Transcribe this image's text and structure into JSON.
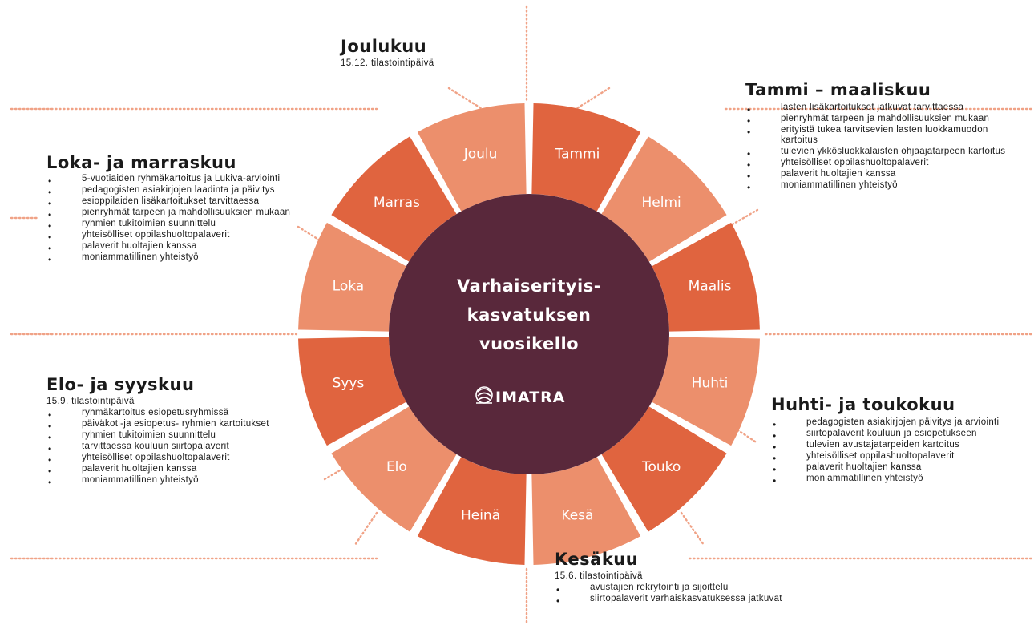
{
  "center": {
    "title_lines": [
      "Varhaiserityis-",
      "kasvatuksen",
      "vuosikello"
    ],
    "logo_text": "IMATRA"
  },
  "months": [
    "Tammi",
    "Helmi",
    "Maalis",
    "Huhti",
    "Touko",
    "Kesä",
    "Heinä",
    "Elo",
    "Syys",
    "Loka",
    "Marras",
    "Joulu"
  ],
  "colors": {
    "dark_segment": "#e0643f",
    "light_segment": "#ec8f6c",
    "center": "#59283b",
    "separator": "#ffffff",
    "dotted_line": "#f0a286"
  },
  "sections": {
    "joulukuu": {
      "title": "Joulukuu",
      "subtitle": "15.12. tilastointipäivä",
      "items": []
    },
    "tammi_maaliskuu": {
      "title": "Tammi – maaliskuu",
      "subtitle": "",
      "items": [
        "lasten lisäkartoitukset jatkuvat tarvittaessa",
        "pienryhmät tarpeen ja mahdollisuuksien mukaan",
        "erityistä tukea tarvitsevien lasten luokkamuodon kartoitus",
        "tulevien ykkösluokkalaisten ohjaajatarpeen kartoitus",
        "yhteisölliset oppilashuoltopalaverit",
        "palaverit huoltajien kanssa",
        "moniammatillinen yhteistyö"
      ]
    },
    "loka_marraskuu": {
      "title": "Loka- ja marraskuu",
      "subtitle": "",
      "items": [
        "5-vuotiaiden ryhmäkartoitus ja Lukiva-arviointi",
        "pedagogisten asiakirjojen laadinta ja päivitys",
        "esioppilaiden lisäkartoitukset tarvittaessa",
        "pienryhmät tarpeen ja mahdollisuuksien mukaan",
        "ryhmien tukitoimien suunnittelu",
        "yhteisölliset oppilashuoltopalaverit",
        "palaverit huoltajien kanssa",
        "moniammatillinen yhteistyö"
      ]
    },
    "elo_syyskuu": {
      "title": "Elo- ja syyskuu",
      "subtitle": "15.9. tilastointipäivä",
      "items": [
        "ryhmäkartoitus esiopetusryhmissä",
        "päiväkoti-ja esiopetus- ryhmien kartoitukset",
        "ryhmien tukitoimien suunnittelu",
        "tarvittaessa kouluun siirtopalaverit",
        "yhteisölliset oppilashuoltopalaverit",
        "palaverit huoltajien kanssa",
        "moniammatillinen yhteistyö"
      ]
    },
    "huhti_toukokuu": {
      "title": "Huhti- ja toukokuu",
      "subtitle": "",
      "items": [
        "pedagogisten asiakirjojen päivitys ja arviointi",
        "siirtopalaverit kouluun ja esiopetukseen",
        "tulevien avustajatarpeiden kartoitus",
        "yhteisölliset oppilashuoltopalaverit",
        "palaverit huoltajien kanssa",
        "moniammatillinen yhteistyö"
      ]
    },
    "kesakuu": {
      "title": "Kesäkuu",
      "subtitle": "15.6. tilastointipäivä",
      "items": [
        "avustajien rekrytointi ja sijoittelu",
        "siirtopalaverit varhaiskasvatuksessa jatkuvat"
      ]
    }
  }
}
